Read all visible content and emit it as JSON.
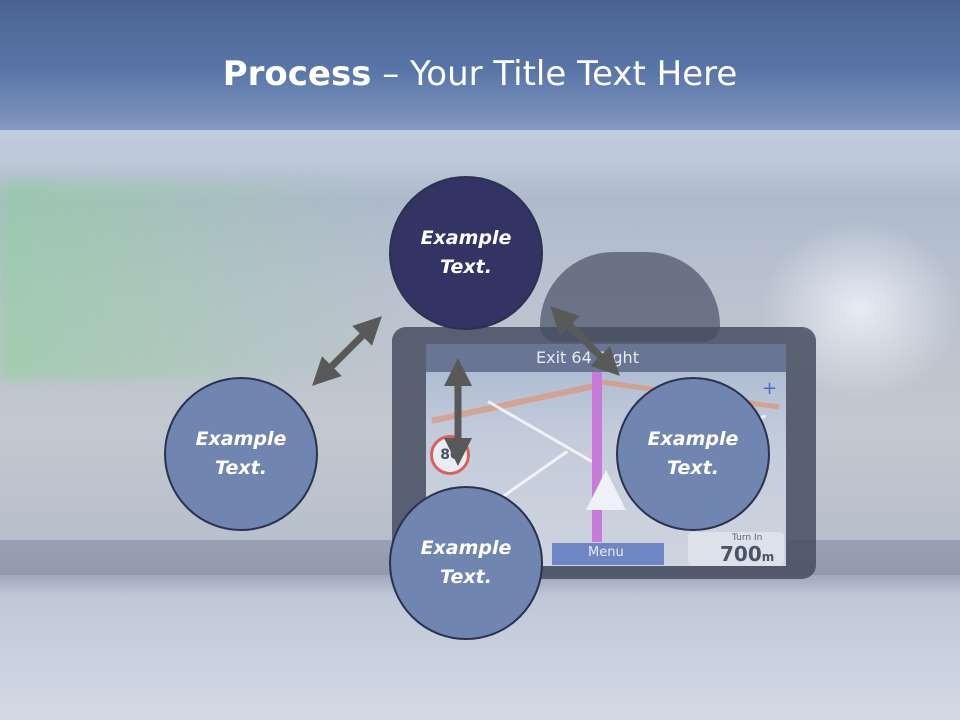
{
  "slide": {
    "title_bold": "Process",
    "title_rest": " – Your Title Text Here"
  },
  "nodes": [
    {
      "id": "top",
      "text": "Example\nText.",
      "fill": "#333463"
    },
    {
      "id": "left",
      "text": "Example\nText.",
      "fill": "#7085b0"
    },
    {
      "id": "right",
      "text": "Example\nText.",
      "fill": "#7085b0"
    },
    {
      "id": "bottom",
      "text": "Example\nText.",
      "fill": "#7085b0"
    }
  ],
  "background": {
    "gps_banner": "Exit 64 Right",
    "gps_menu": "Menu",
    "gps_turn_label": "Turn In",
    "gps_turn_value": "700",
    "gps_turn_unit": "m",
    "speed_sign": "80"
  },
  "colors": {
    "title_band": "#4a6391",
    "arrow": "#5a5a5a",
    "node_dark": "#333463",
    "node_light": "#7085b0"
  }
}
